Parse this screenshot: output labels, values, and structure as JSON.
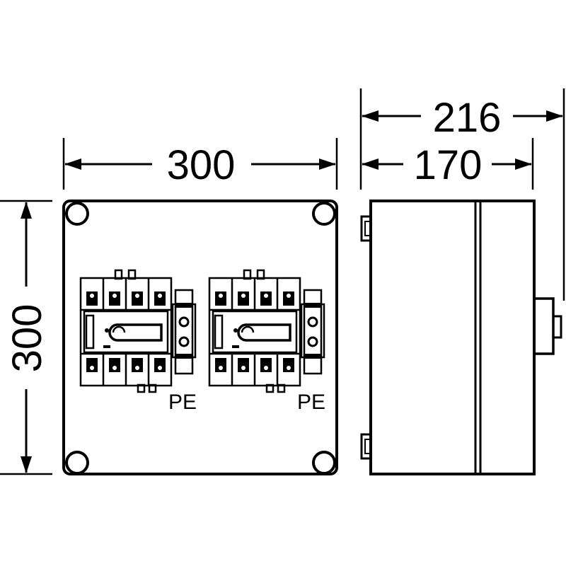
{
  "dimensions": {
    "front_width": "300",
    "front_height": "300",
    "side_outer_depth": "216",
    "side_body_depth": "170"
  },
  "labels": {
    "pe_left": "PE",
    "pe_right": "PE"
  }
}
